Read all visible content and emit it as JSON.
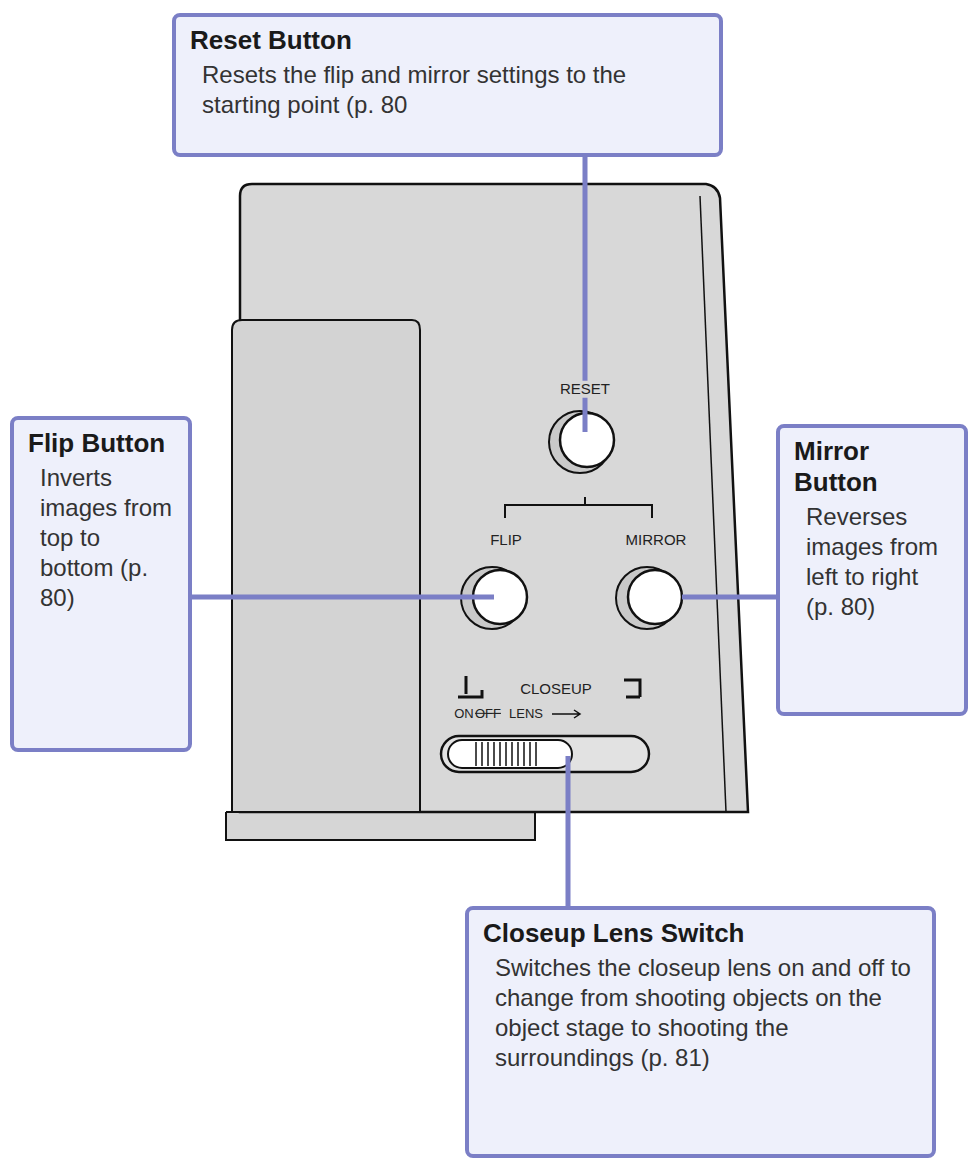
{
  "diagram": {
    "nodes": [
      {
        "text": [
          "Reset Button",
          "Resets the flip and mirror settings to the starting point (p. 80"
        ]
      },
      {
        "text": [
          "Flip Button",
          "Inverts images from top to bottom (p. 80)"
        ]
      },
      {
        "text": [
          "Mirror Button",
          "Reverses images from left to right (p. 80)"
        ]
      },
      {
        "text": [
          "Closeup Lens Switch",
          "Switches the closeup lens on and off to change from shooting objects on the object stage to shooting the surroundings (p. 81)"
        ]
      }
    ],
    "labels": [
      "RESET",
      "FLIP",
      "MIRROR",
      "CLOSEUP",
      "ON",
      "OFF",
      "LENS"
    ]
  }
}
